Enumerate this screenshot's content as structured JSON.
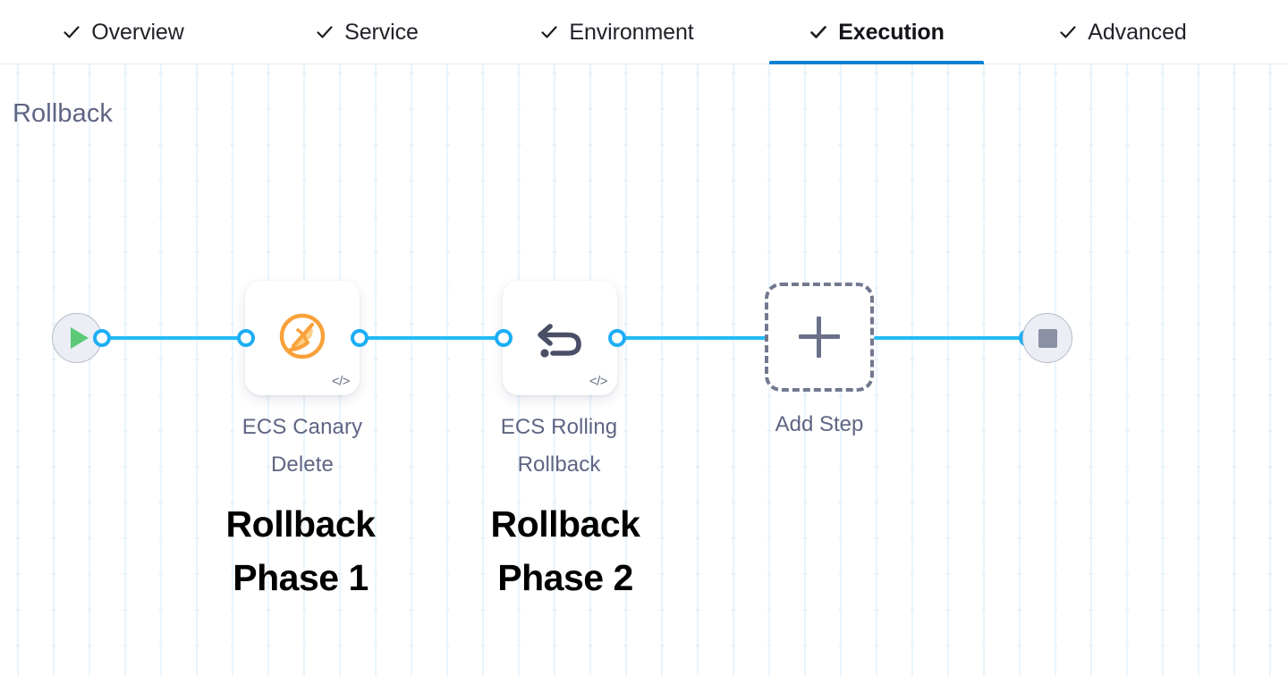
{
  "header": {
    "tabs": [
      {
        "id": "overview",
        "label": "Overview",
        "icon": "check-icon",
        "complete": true,
        "active": false
      },
      {
        "id": "service",
        "label": "Service",
        "icon": "check-icon",
        "complete": true,
        "active": false
      },
      {
        "id": "environment",
        "label": "Environment",
        "icon": "check-icon",
        "complete": true,
        "active": false
      },
      {
        "id": "execution",
        "label": "Execution",
        "icon": "check-icon",
        "complete": true,
        "active": true
      },
      {
        "id": "advanced",
        "label": "Advanced",
        "icon": "check-icon",
        "complete": true,
        "active": false
      }
    ],
    "active_tab": "Execution",
    "active_underline_color": "#0b7fd4"
  },
  "canvas": {
    "section_title": "Rollback",
    "grid": "dotted",
    "edge_color": "#22bbf5",
    "port_color": "#1daef5"
  },
  "pipeline": {
    "start_node": {
      "name": "start-node",
      "icon": "play-icon",
      "icon_color": "#5cc977"
    },
    "end_node": {
      "name": "end-node",
      "icon": "stop-icon",
      "icon_color": "#8b90a5"
    },
    "steps": [
      {
        "id": "ecs-canary-delete",
        "label": "ECS Canary Delete",
        "icon": "ecs-canary-delete-icon",
        "icon_color": "#f9a13a",
        "badge": "</>",
        "annotation": "Rollback\nPhase 1"
      },
      {
        "id": "ecs-rolling-rollback",
        "label": "ECS Rolling Rollback",
        "icon": "rollback-undo-icon",
        "icon_color": "#4a4f66",
        "badge": "</>",
        "annotation": "Rollback\nPhase 2"
      }
    ],
    "add_step": {
      "label": "Add Step",
      "icon": "plus-icon"
    }
  }
}
